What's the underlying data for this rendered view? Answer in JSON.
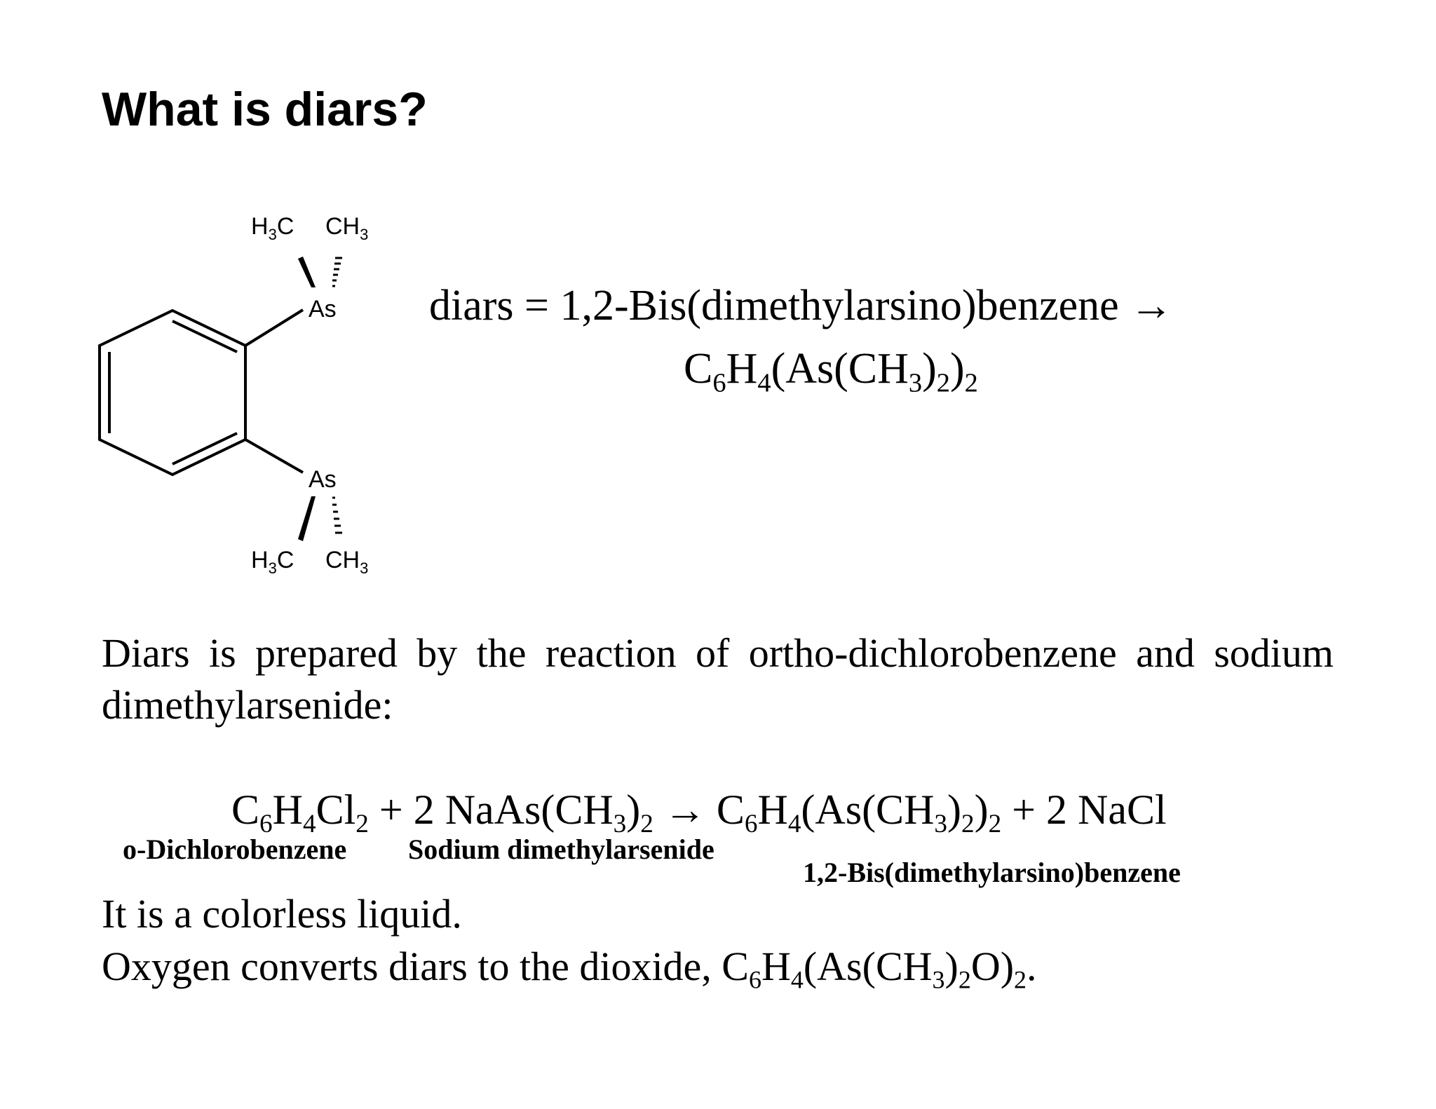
{
  "slide": {
    "title": "What is diars?",
    "structure": {
      "atom_as": "As",
      "methyl_left": "H",
      "methyl_left_sub": "3",
      "methyl_left_c": "C",
      "methyl_right_c": "CH",
      "methyl_right_sub": "3"
    },
    "definition": {
      "text": "diars = 1,2-Bis(dimethylarsino)benzene →",
      "formula_c": "C",
      "formula_c_sub": "6",
      "formula_h": "H",
      "formula_h_sub": "4",
      "formula_mid": "(As(CH",
      "formula_mid_sub1": "3",
      "formula_close1": ")",
      "formula_sub2": "2",
      "formula_close2": ")",
      "formula_sub3": "2"
    },
    "preparation": "Diars is prepared by the reaction of ortho-dichlorobenzene and sodium dimethylarsenide:",
    "reaction": {
      "r1_c": "C",
      "r1_c_sub": "6",
      "r1_h": "H",
      "r1_h_sub": "4",
      "r1_cl": "Cl",
      "r1_cl_sub": "2",
      "plus1": "+ 2 NaAs(CH",
      "r2_sub1": "3",
      "r2_close": ")",
      "r2_sub2": "2",
      "arrow": "→",
      "p1_c": "C",
      "p1_c_sub": "6",
      "p1_h": "H",
      "p1_h_sub": "4",
      "p1_mid": "(As(CH",
      "p1_sub1": "3",
      "p1_close1": ")",
      "p1_sub2": "2",
      "p1_close2": ")",
      "p1_sub3": "2",
      "plus2": "+ 2 NaCl",
      "label_r1": "o-Dichlorobenzene",
      "label_r2": "Sodium dimethylarsenide",
      "label_p1": "1,2-Bis(dimethylarsino)benzene"
    },
    "fact1": "It is a colorless liquid.",
    "fact2": {
      "text": "Oxygen converts diars to the dioxide, C",
      "sub1": "6",
      "h": "H",
      "sub2": "4",
      "mid": "(As(CH",
      "sub3": "3",
      "close1": ")",
      "sub4": "2",
      "o": "O)",
      "sub5": "2",
      "end": "."
    }
  }
}
